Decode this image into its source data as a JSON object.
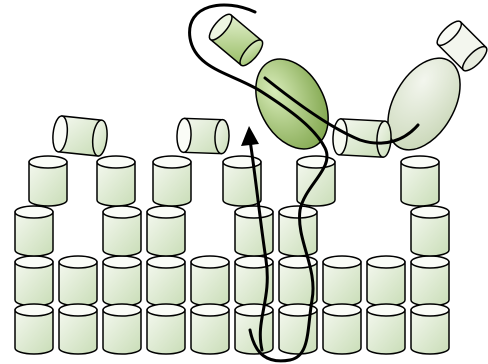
{
  "diagram": {
    "colors": {
      "cylinder_body_top": "#f4f8ef",
      "cylinder_body_bottom": "#c9ddb7",
      "cylinder_cap": "#fafcf7",
      "green_body_light": "#d7ebb8",
      "green_body_dark": "#7ea44a",
      "pale_body_light": "#f3f6ee",
      "pale_body_dark": "#c8d6b6",
      "outline": "#000000",
      "line": "#000000"
    },
    "elements": {
      "base_rows": 3,
      "columns_per_row": 10,
      "arrow_direction": "up"
    }
  }
}
